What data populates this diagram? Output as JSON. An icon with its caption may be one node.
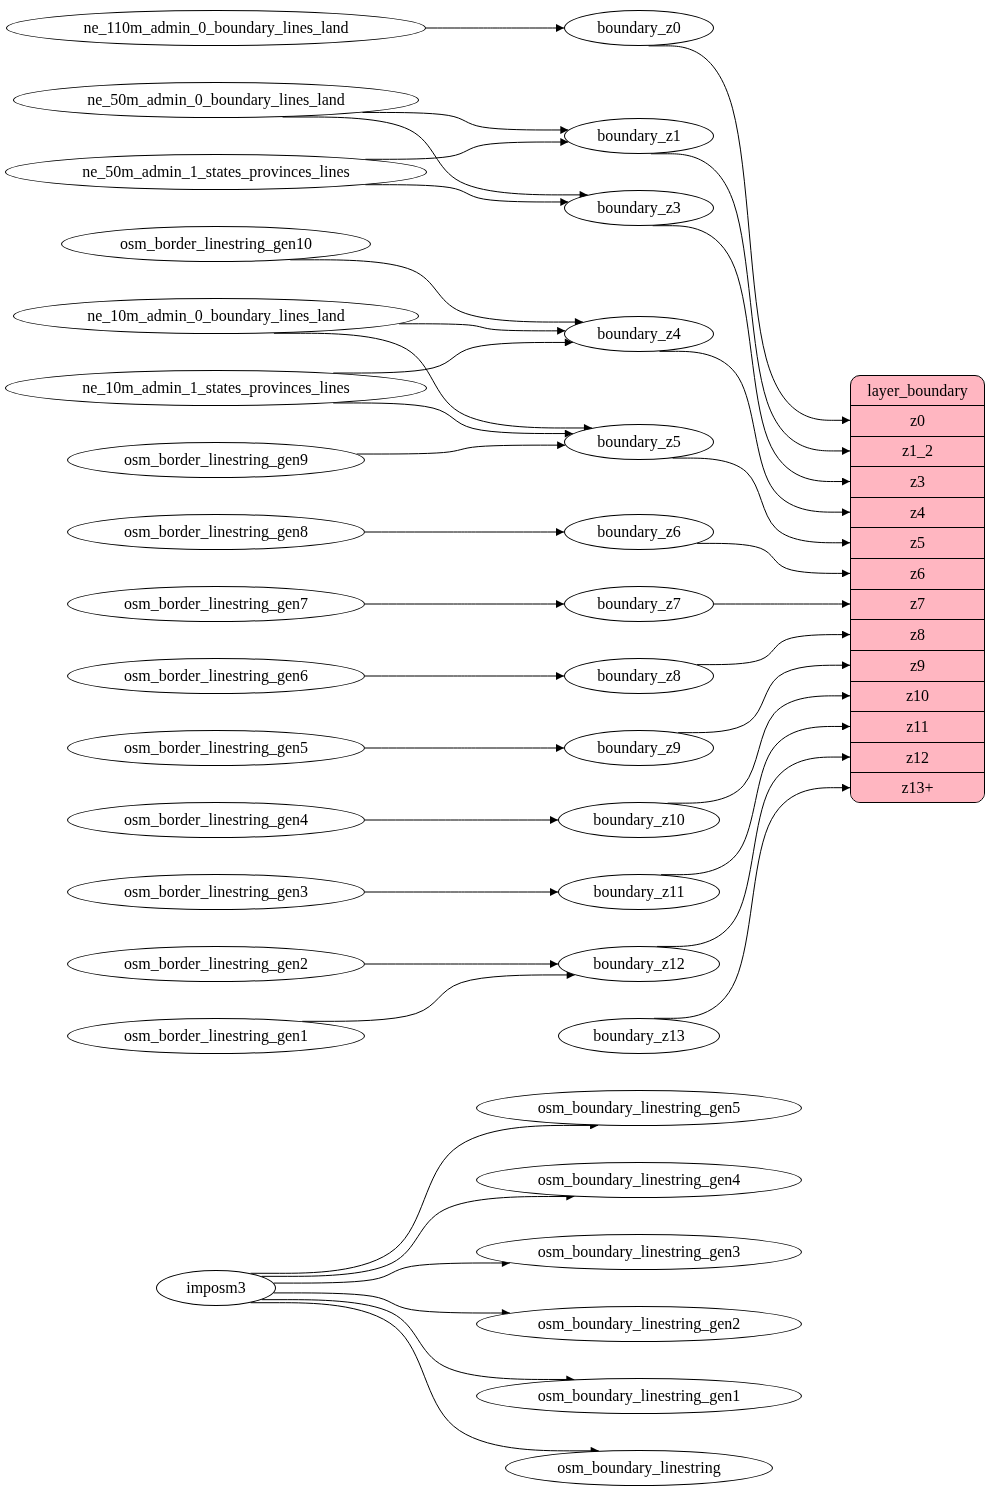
{
  "diagram": {
    "nodes": [
      {
        "text": [
          "ne_110m_admin_0_boundary_lines_land"
        ]
      },
      {
        "text": [
          "boundary_z0"
        ]
      },
      {
        "text": [
          "ne_50m_admin_0_boundary_lines_land"
        ]
      },
      {
        "text": [
          "boundary_z1"
        ]
      },
      {
        "text": [
          "ne_50m_admin_1_states_provinces_lines"
        ]
      },
      {
        "text": [
          "boundary_z3"
        ]
      },
      {
        "text": [
          "osm_border_linestring_gen10"
        ]
      },
      {
        "text": [
          "ne_10m_admin_0_boundary_lines_land"
        ]
      },
      {
        "text": [
          "boundary_z4"
        ]
      },
      {
        "text": [
          "ne_10m_admin_1_states_provinces_lines"
        ]
      },
      {
        "text": [
          "boundary_z5"
        ]
      },
      {
        "text": [
          "osm_border_linestring_gen9"
        ]
      },
      {
        "text": [
          "osm_border_linestring_gen8"
        ]
      },
      {
        "text": [
          "boundary_z6"
        ]
      },
      {
        "text": [
          "osm_border_linestring_gen7"
        ]
      },
      {
        "text": [
          "boundary_z7"
        ]
      },
      {
        "text": [
          "osm_border_linestring_gen6"
        ]
      },
      {
        "text": [
          "boundary_z8"
        ]
      },
      {
        "text": [
          "osm_border_linestring_gen5"
        ]
      },
      {
        "text": [
          "boundary_z9"
        ]
      },
      {
        "text": [
          "osm_border_linestring_gen4"
        ]
      },
      {
        "text": [
          "boundary_z10"
        ]
      },
      {
        "text": [
          "osm_border_linestring_gen3"
        ]
      },
      {
        "text": [
          "boundary_z11"
        ]
      },
      {
        "text": [
          "osm_border_linestring_gen2"
        ]
      },
      {
        "text": [
          "boundary_z12"
        ]
      },
      {
        "text": [
          "osm_border_linestring_gen1"
        ]
      },
      {
        "text": [
          "boundary_z13"
        ]
      },
      {
        "text": [
          "layer_boundary"
        ]
      },
      {
        "text": [
          "z0"
        ],
        "in": 28
      },
      {
        "text": [
          "z1_2"
        ],
        "in": 28
      },
      {
        "text": [
          "z3"
        ],
        "in": 28
      },
      {
        "text": [
          "z4"
        ],
        "in": 28
      },
      {
        "text": [
          "z5"
        ],
        "in": 28
      },
      {
        "text": [
          "z6"
        ],
        "in": 28
      },
      {
        "text": [
          "z7"
        ],
        "in": 28
      },
      {
        "text": [
          "z8"
        ],
        "in": 28
      },
      {
        "text": [
          "z9"
        ],
        "in": 28
      },
      {
        "text": [
          "z10"
        ],
        "in": 28
      },
      {
        "text": [
          "z11"
        ],
        "in": 28
      },
      {
        "text": [
          "z12"
        ],
        "in": 28
      },
      {
        "text": [
          "z13+"
        ],
        "in": 28
      },
      {
        "text": [
          "imposm3"
        ]
      },
      {
        "text": [
          "osm_boundary_linestring_gen5"
        ]
      },
      {
        "text": [
          "osm_boundary_linestring_gen4"
        ]
      },
      {
        "text": [
          "osm_boundary_linestring_gen3"
        ]
      },
      {
        "text": [
          "osm_boundary_linestring_gen2"
        ]
      },
      {
        "text": [
          "osm_boundary_linestring_gen1"
        ]
      },
      {
        "text": [
          "osm_boundary_linestring"
        ]
      }
    ],
    "edges": [
      {
        "from": 0,
        "to": 1,
        "arrow": "to"
      },
      {
        "from": 2,
        "to": 3,
        "arrow": "to"
      },
      {
        "from": 2,
        "to": 5,
        "arrow": "to"
      },
      {
        "from": 4,
        "to": 3,
        "arrow": "to"
      },
      {
        "from": 4,
        "to": 5,
        "arrow": "to"
      },
      {
        "from": 6,
        "to": 8,
        "arrow": "to"
      },
      {
        "from": 7,
        "to": 8,
        "arrow": "to"
      },
      {
        "from": 7,
        "to": 10,
        "arrow": "to"
      },
      {
        "from": 9,
        "to": 8,
        "arrow": "to"
      },
      {
        "from": 9,
        "to": 10,
        "arrow": "to"
      },
      {
        "from": 11,
        "to": 10,
        "arrow": "to"
      },
      {
        "from": 12,
        "to": 13,
        "arrow": "to"
      },
      {
        "from": 14,
        "to": 15,
        "arrow": "to"
      },
      {
        "from": 16,
        "to": 17,
        "arrow": "to"
      },
      {
        "from": 18,
        "to": 19,
        "arrow": "to"
      },
      {
        "from": 20,
        "to": 21,
        "arrow": "to"
      },
      {
        "from": 22,
        "to": 23,
        "arrow": "to"
      },
      {
        "from": 24,
        "to": 25,
        "arrow": "to"
      },
      {
        "from": 26,
        "to": 25,
        "arrow": "to"
      },
      {
        "from": 1,
        "to": 29,
        "arrow": "to"
      },
      {
        "from": 3,
        "to": 30,
        "arrow": "to"
      },
      {
        "from": 5,
        "to": 31,
        "arrow": "to"
      },
      {
        "from": 8,
        "to": 32,
        "arrow": "to"
      },
      {
        "from": 10,
        "to": 33,
        "arrow": "to"
      },
      {
        "from": 13,
        "to": 34,
        "arrow": "to"
      },
      {
        "from": 15,
        "to": 35,
        "arrow": "to"
      },
      {
        "from": 17,
        "to": 36,
        "arrow": "to"
      },
      {
        "from": 19,
        "to": 37,
        "arrow": "to"
      },
      {
        "from": 21,
        "to": 38,
        "arrow": "to"
      },
      {
        "from": 23,
        "to": 39,
        "arrow": "to"
      },
      {
        "from": 25,
        "to": 40,
        "arrow": "to"
      },
      {
        "from": 27,
        "to": 41,
        "arrow": "to"
      },
      {
        "from": 42,
        "to": 43,
        "arrow": "to"
      },
      {
        "from": 42,
        "to": 44,
        "arrow": "to"
      },
      {
        "from": 42,
        "to": 45,
        "arrow": "to"
      },
      {
        "from": 42,
        "to": 46,
        "arrow": "to"
      },
      {
        "from": 42,
        "to": 47,
        "arrow": "to"
      },
      {
        "from": 42,
        "to": 48,
        "arrow": "to"
      }
    ]
  }
}
